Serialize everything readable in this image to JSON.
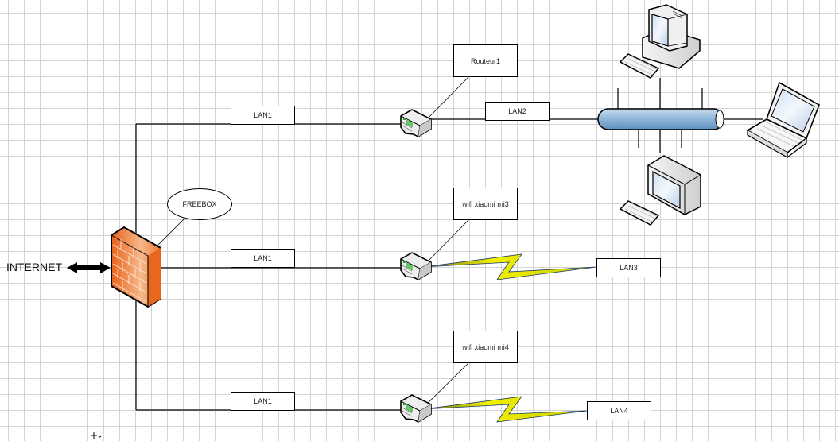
{
  "diagram": {
    "internet_label": "INTERNET",
    "freebox_label": "FREEBOX",
    "branches": [
      {
        "link_label": "LAN1",
        "device_label": "Routeur1",
        "device_type": "router",
        "downstream_label": "LAN2",
        "downstream_link": "wired"
      },
      {
        "link_label": "LAN1",
        "device_label": "wifi xiaomi mi3",
        "device_type": "wireless-router",
        "downstream_label": "LAN3",
        "downstream_link": "wireless"
      },
      {
        "link_label": "LAN1",
        "device_label": "wifi xiaomi mi4",
        "device_type": "wireless-router",
        "downstream_label": "LAN4",
        "downstream_link": "wireless"
      }
    ],
    "lan2_hosts": [
      "desktop-computer",
      "laptop",
      "desktop-computer"
    ]
  },
  "colors": {
    "firewall_orange": "#f07a2a",
    "bus_blue": "#8eb4d8",
    "lightning_yellow": "#e8e800",
    "grid": "#d4d4d4"
  }
}
